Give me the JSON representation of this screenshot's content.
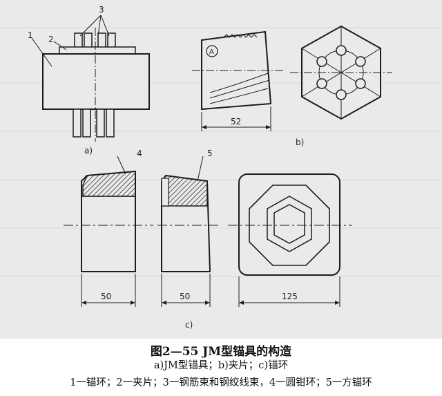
{
  "figure": {
    "part_numbers": [
      "1",
      "2",
      "3",
      "4",
      "5"
    ],
    "sub_labels": [
      "a)",
      "b)",
      "c)"
    ],
    "marker_letter": "A",
    "dimensions": {
      "wedge_width": "52",
      "round_ring_width": "50",
      "wedge_ring_width": "50",
      "square_ring_width": "125"
    }
  },
  "caption": {
    "title": "图2—55 JM型锚具的构造",
    "subtitle": "a)JM型锚具；b)夹片；c)锚环",
    "legend": "1一锚环；2一夹片；3一钢筋束和钢绞线束，4一圆钳环；5一方锚环"
  },
  "colors": {
    "paper": "#e9ebe8",
    "ink": "#1c1c1c",
    "hatch": "#333333"
  }
}
